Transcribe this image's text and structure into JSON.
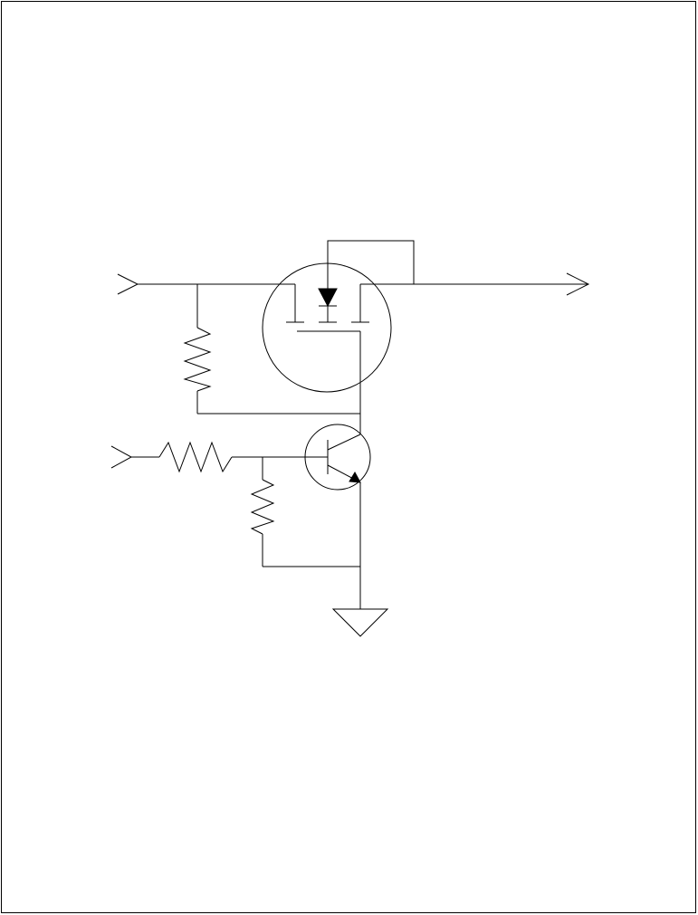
{
  "diagram": {
    "type": "circuit-schematic",
    "colors": {
      "background": "#ffffff",
      "line": "#000000"
    },
    "components": [
      {
        "name": "input-port-top",
        "kind": "port-arrow-in"
      },
      {
        "name": "input-port-bottom",
        "kind": "port-arrow-in"
      },
      {
        "name": "output-port",
        "kind": "port-arrow-out"
      },
      {
        "name": "mosfet-transistor",
        "kind": "p-channel-mosfet-with-body-diode-symbol"
      },
      {
        "name": "npn-transistor",
        "kind": "npn-bjt"
      },
      {
        "name": "resistor-gate-pullup",
        "kind": "resistor"
      },
      {
        "name": "resistor-base-series",
        "kind": "resistor"
      },
      {
        "name": "resistor-base-pulldown",
        "kind": "resistor"
      },
      {
        "name": "ground-symbol",
        "kind": "ground"
      }
    ]
  }
}
